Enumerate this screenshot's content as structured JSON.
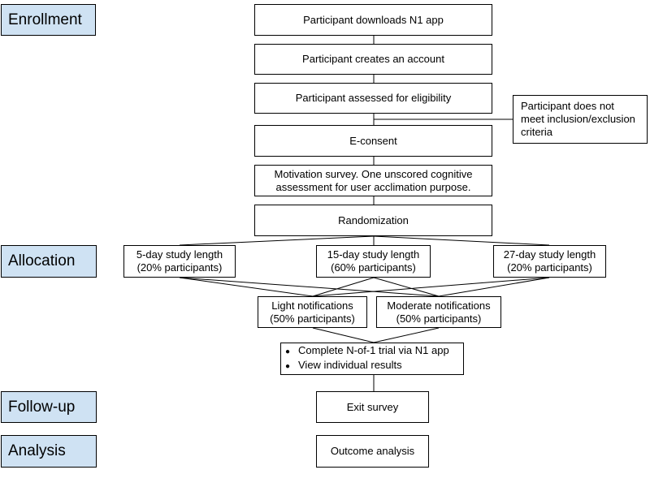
{
  "stages": {
    "enrollment": "Enrollment",
    "allocation": "Allocation",
    "follow_up": "Follow-up",
    "analysis": "Analysis"
  },
  "nodes": {
    "download": "Participant downloads N1 app",
    "account": "Participant creates an account",
    "eligibility": "Participant assessed for eligibility",
    "excluded": [
      "Participant does not",
      "meet inclusion/exclusion",
      "criteria"
    ],
    "econsent": "E-consent",
    "motivation": [
      "Motivation survey. One unscored cognitive",
      "assessment for user acclimation purpose."
    ],
    "randomization": "Randomization",
    "arm5": [
      "5-day study length",
      "(20% participants)"
    ],
    "arm15": [
      "15-day study length",
      "(60% participants)"
    ],
    "arm27": [
      "27-day study length",
      "(20% participants)"
    ],
    "light": [
      "Light notifications",
      "(50% participants)"
    ],
    "moderate": [
      "Moderate notifications",
      "(50% participants)"
    ],
    "trial": [
      "Complete N-of-1 trial via N1 app",
      "View individual results"
    ],
    "exit": "Exit survey",
    "outcome": "Outcome analysis"
  },
  "colors": {
    "stage_fill": "#cfe2f3",
    "border": "#000000"
  }
}
